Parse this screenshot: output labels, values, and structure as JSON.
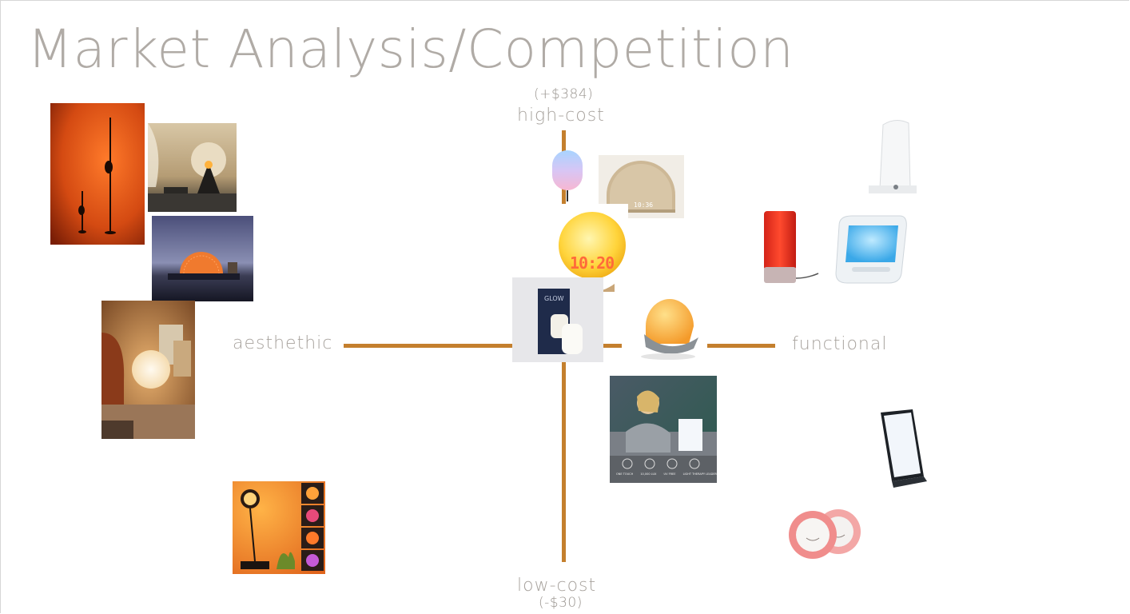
{
  "slide": {
    "title": "Market Analysis/Competition"
  },
  "axes": {
    "top_value": "(+$384)",
    "top_label": "high-cost",
    "bottom_label": "low-cost",
    "bottom_value": "(-$30)",
    "left_label": "aesthethic",
    "right_label": "functional",
    "line_color": "#c47f2d"
  },
  "products": {
    "clock_display_1": "10:36",
    "clock_display_2": "10:20",
    "glow_brand": "GLOW",
    "therapy_features": [
      "ONE TOUCH",
      "10,000 LUX",
      "UV FREE",
      "LIGHT THERAPY LEADER"
    ]
  }
}
